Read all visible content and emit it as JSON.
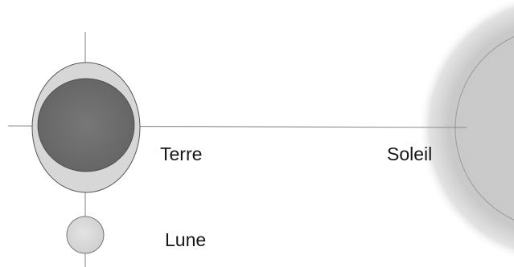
{
  "labels": {
    "earth": "Terre",
    "sun": "Soleil",
    "moon": "Lune"
  },
  "colors": {
    "background": "#ffffff",
    "line": "#8a8a8a",
    "earth_ring": "#d7d7d7",
    "earth_core": "#6e6e6e",
    "sun_glow": "#c9c9c9",
    "sun_disc": "#d0d0d0",
    "moon": "#d9d9d9",
    "text": "#161616"
  }
}
